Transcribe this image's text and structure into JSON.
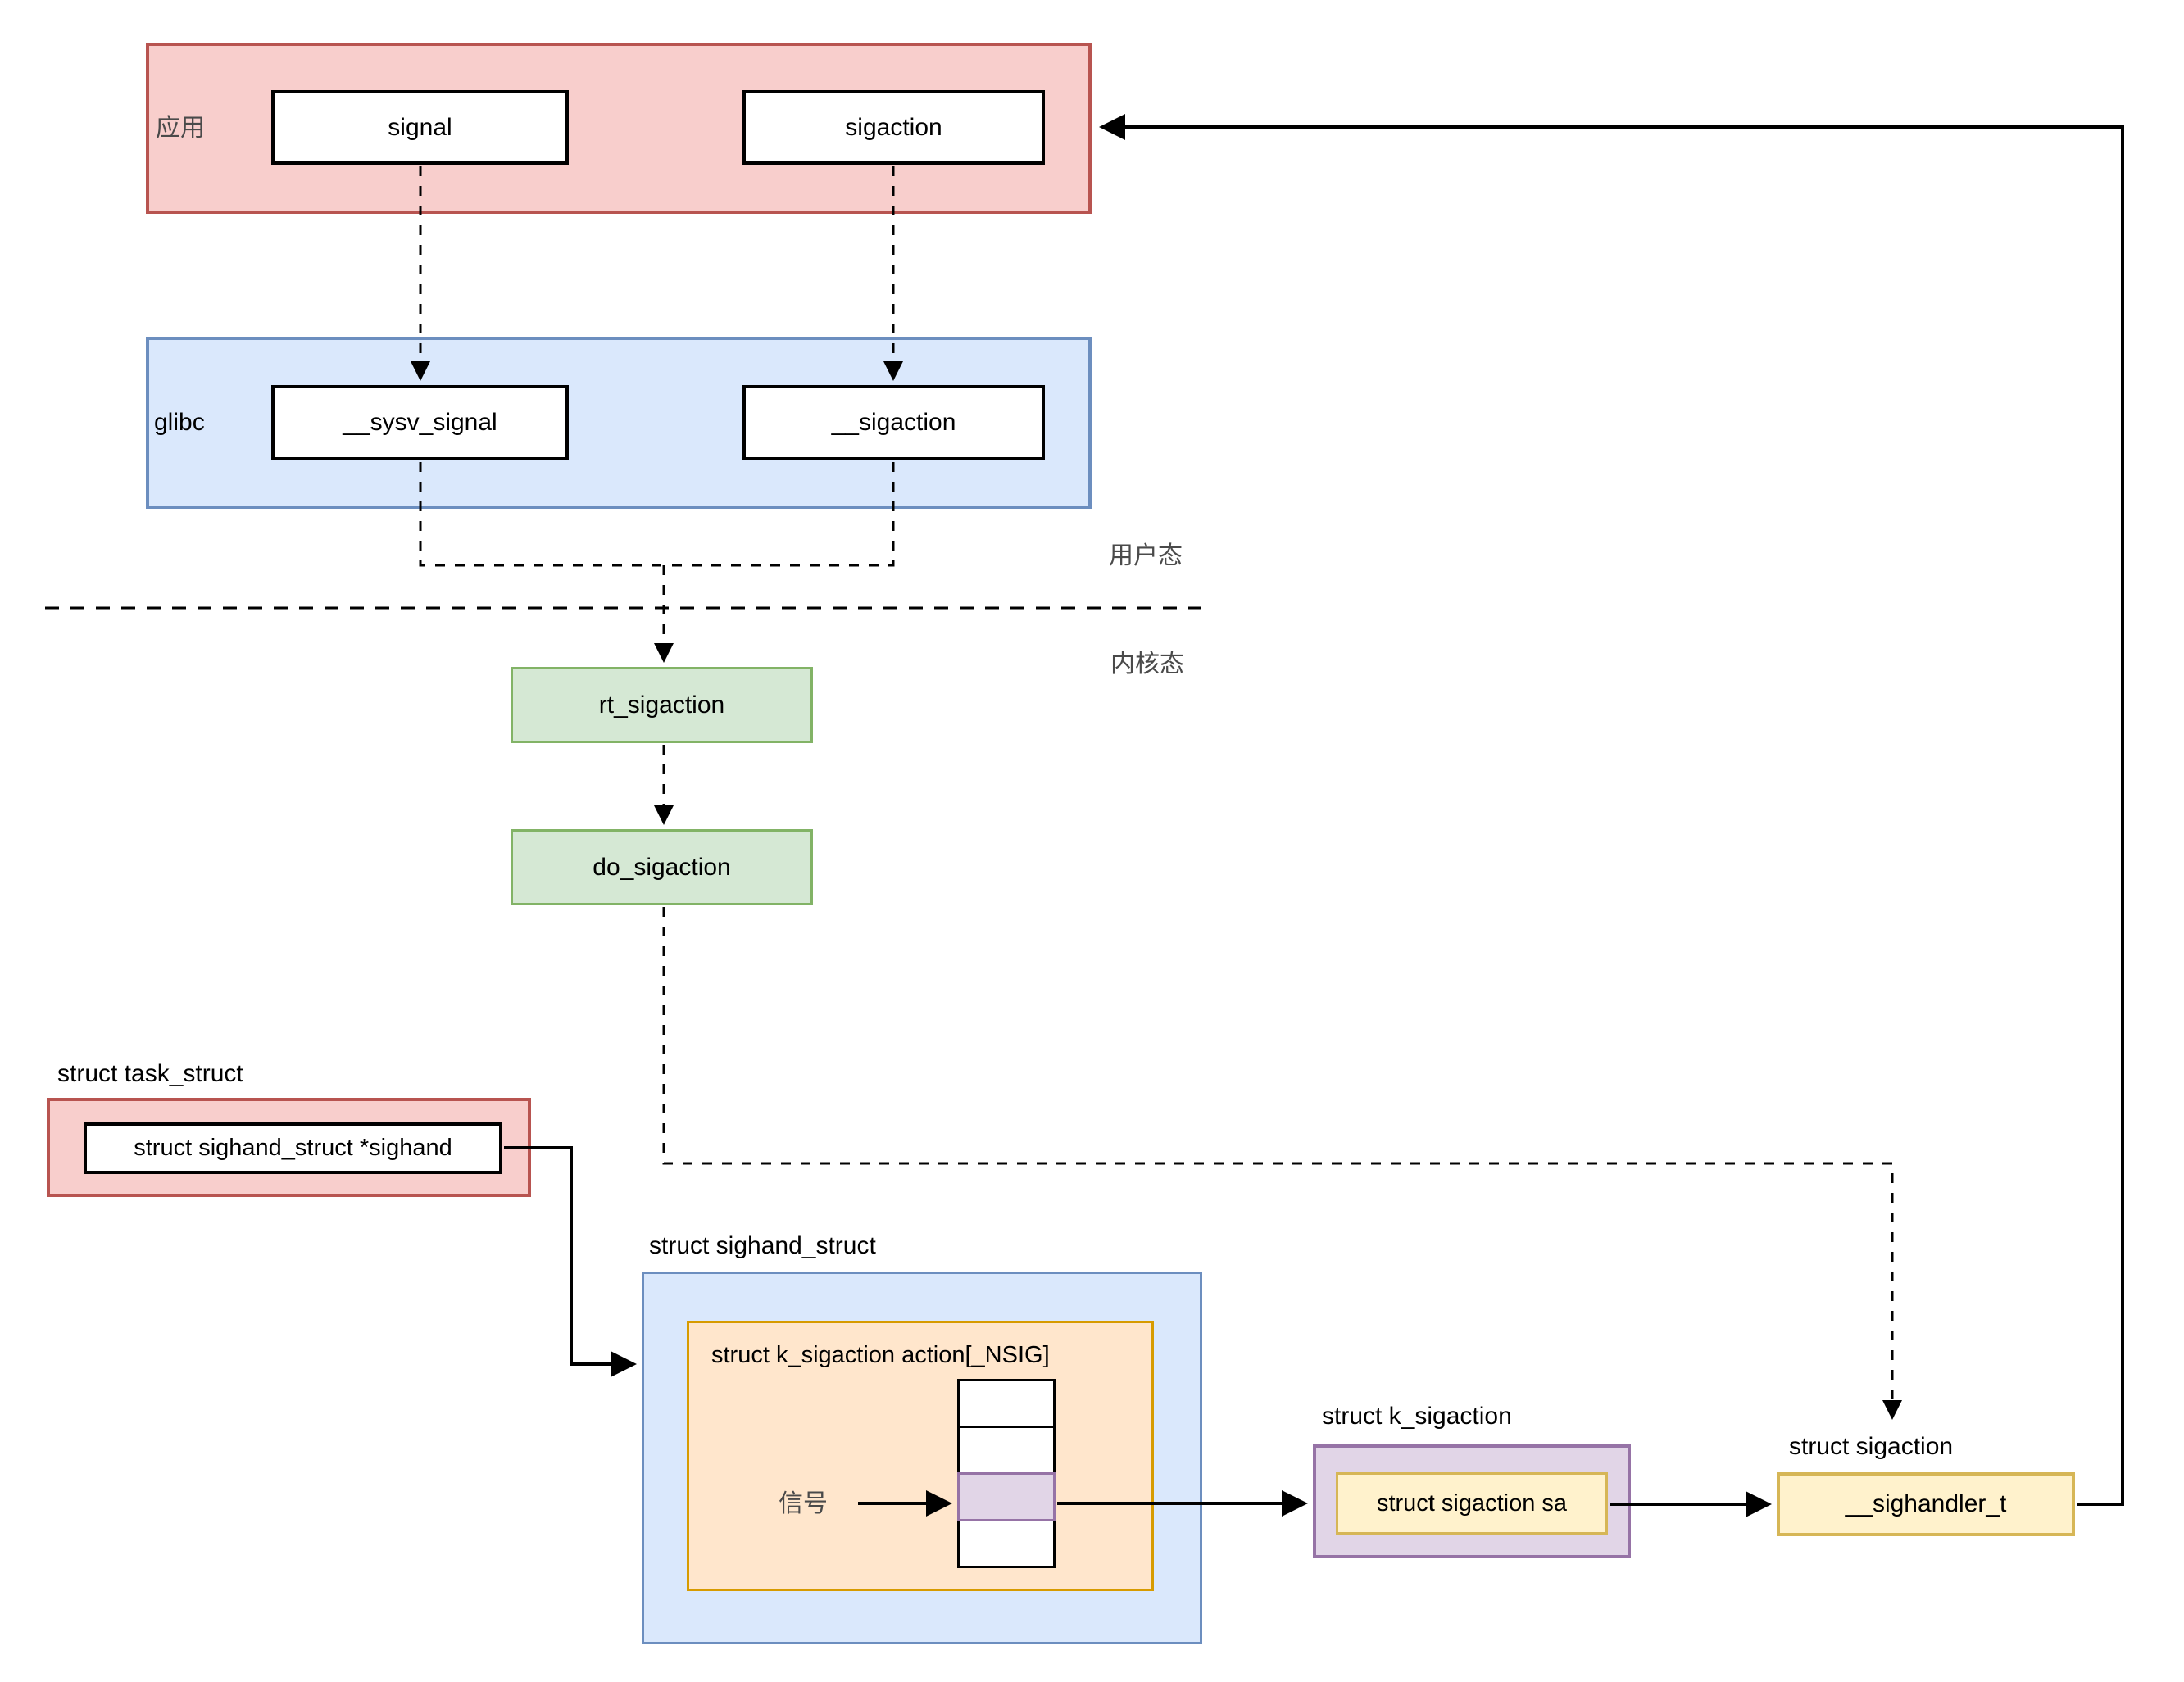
{
  "app": {
    "label": "应用",
    "signal": "signal",
    "sigaction": "sigaction"
  },
  "glibc": {
    "label": "glibc",
    "sysv_signal": "__sysv_signal",
    "sigaction": "__sigaction"
  },
  "modes": {
    "user": "用户态",
    "kernel": "内核态"
  },
  "kernel": {
    "rt_sigaction": "rt_sigaction",
    "do_sigaction": "do_sigaction"
  },
  "task_struct": {
    "title": "struct task_struct",
    "field": "struct sighand_struct *sighand"
  },
  "sighand": {
    "title": "struct sighand_struct",
    "array_label": "struct k_sigaction action[_NSIG]",
    "signal_label": "信号"
  },
  "ksig": {
    "title": "struct k_sigaction",
    "field": "struct sigaction sa"
  },
  "sigaction_struct": {
    "title": "struct sigaction",
    "field": "__sighandler_t"
  },
  "colors": {
    "red_fill": "#f8cecc",
    "red_stroke": "#b85450",
    "blue_fill": "#dae8fc",
    "blue_stroke": "#6c8ebf",
    "green_fill": "#d5e8d4",
    "green_stroke": "#82b366",
    "orange_fill": "#ffe6cc",
    "orange_stroke": "#d79b00",
    "purple_fill": "#e1d5e7",
    "purple_stroke": "#9673a6",
    "yellow_fill": "#fff2cc",
    "yellow_stroke": "#d6b656",
    "line": "#000000"
  }
}
